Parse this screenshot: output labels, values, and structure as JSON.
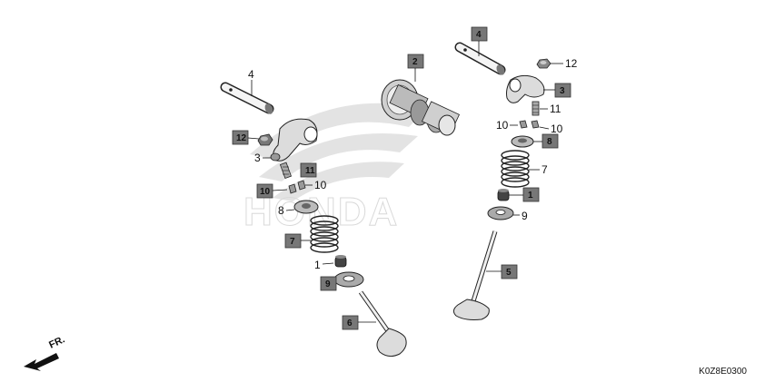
{
  "diagram": {
    "watermark_text": "HONDA",
    "direction_label": "FR.",
    "figure_code": "K0Z8E0300"
  },
  "callouts_plain": [
    "4",
    "12",
    "11",
    "10",
    "10",
    "7",
    "9",
    "3",
    "10",
    "8",
    "1"
  ],
  "callouts_boxed": [
    "2",
    "4",
    "3",
    "8",
    "1",
    "5",
    "12",
    "11",
    "10",
    "7",
    "9",
    "6"
  ]
}
